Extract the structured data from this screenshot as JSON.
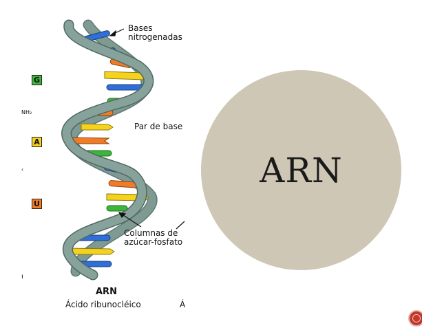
{
  "figure": {
    "annotations": {
      "bases": [
        "Bases",
        "nitrogenadas"
      ],
      "pair": "Par de base",
      "backbone": [
        "Columnas de",
        "azúcar-fosfato"
      ]
    },
    "legend": [
      {
        "letter": "G",
        "color": "#3db43a"
      },
      {
        "letter": "A",
        "color": "#f5d21e"
      },
      {
        "letter": "U",
        "color": "#f07c28"
      }
    ],
    "nh2_label": "NH₂",
    "caption_title": "ARN",
    "caption_subtitle": "Ácido ribunocléico",
    "caption_cut": "Á",
    "fragments": [
      "‹",
      "ı"
    ],
    "colors": {
      "backbone": "#7f9a92",
      "blue": "#2f6fd6",
      "orange": "#f07c28",
      "yellow": "#f5d21e",
      "green": "#3db43a"
    }
  },
  "main": {
    "title": "ARN",
    "circle_color": "#cfc7b6"
  },
  "nav": {
    "button_color": "#c0392b"
  }
}
